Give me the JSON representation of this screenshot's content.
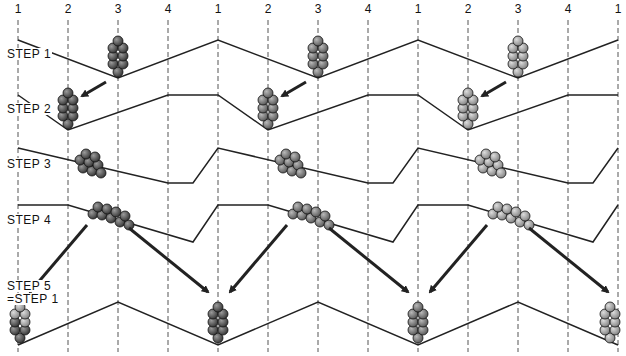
{
  "diagram": {
    "labels": [
      "1",
      "2",
      "3",
      "4",
      "1",
      "2",
      "3",
      "4",
      "1",
      "2",
      "3",
      "4",
      "1",
      "STEP 1",
      "STEP 2",
      "STEP 3",
      "STEP 4",
      "STEP 5",
      "=STEP 1"
    ]
  }
}
